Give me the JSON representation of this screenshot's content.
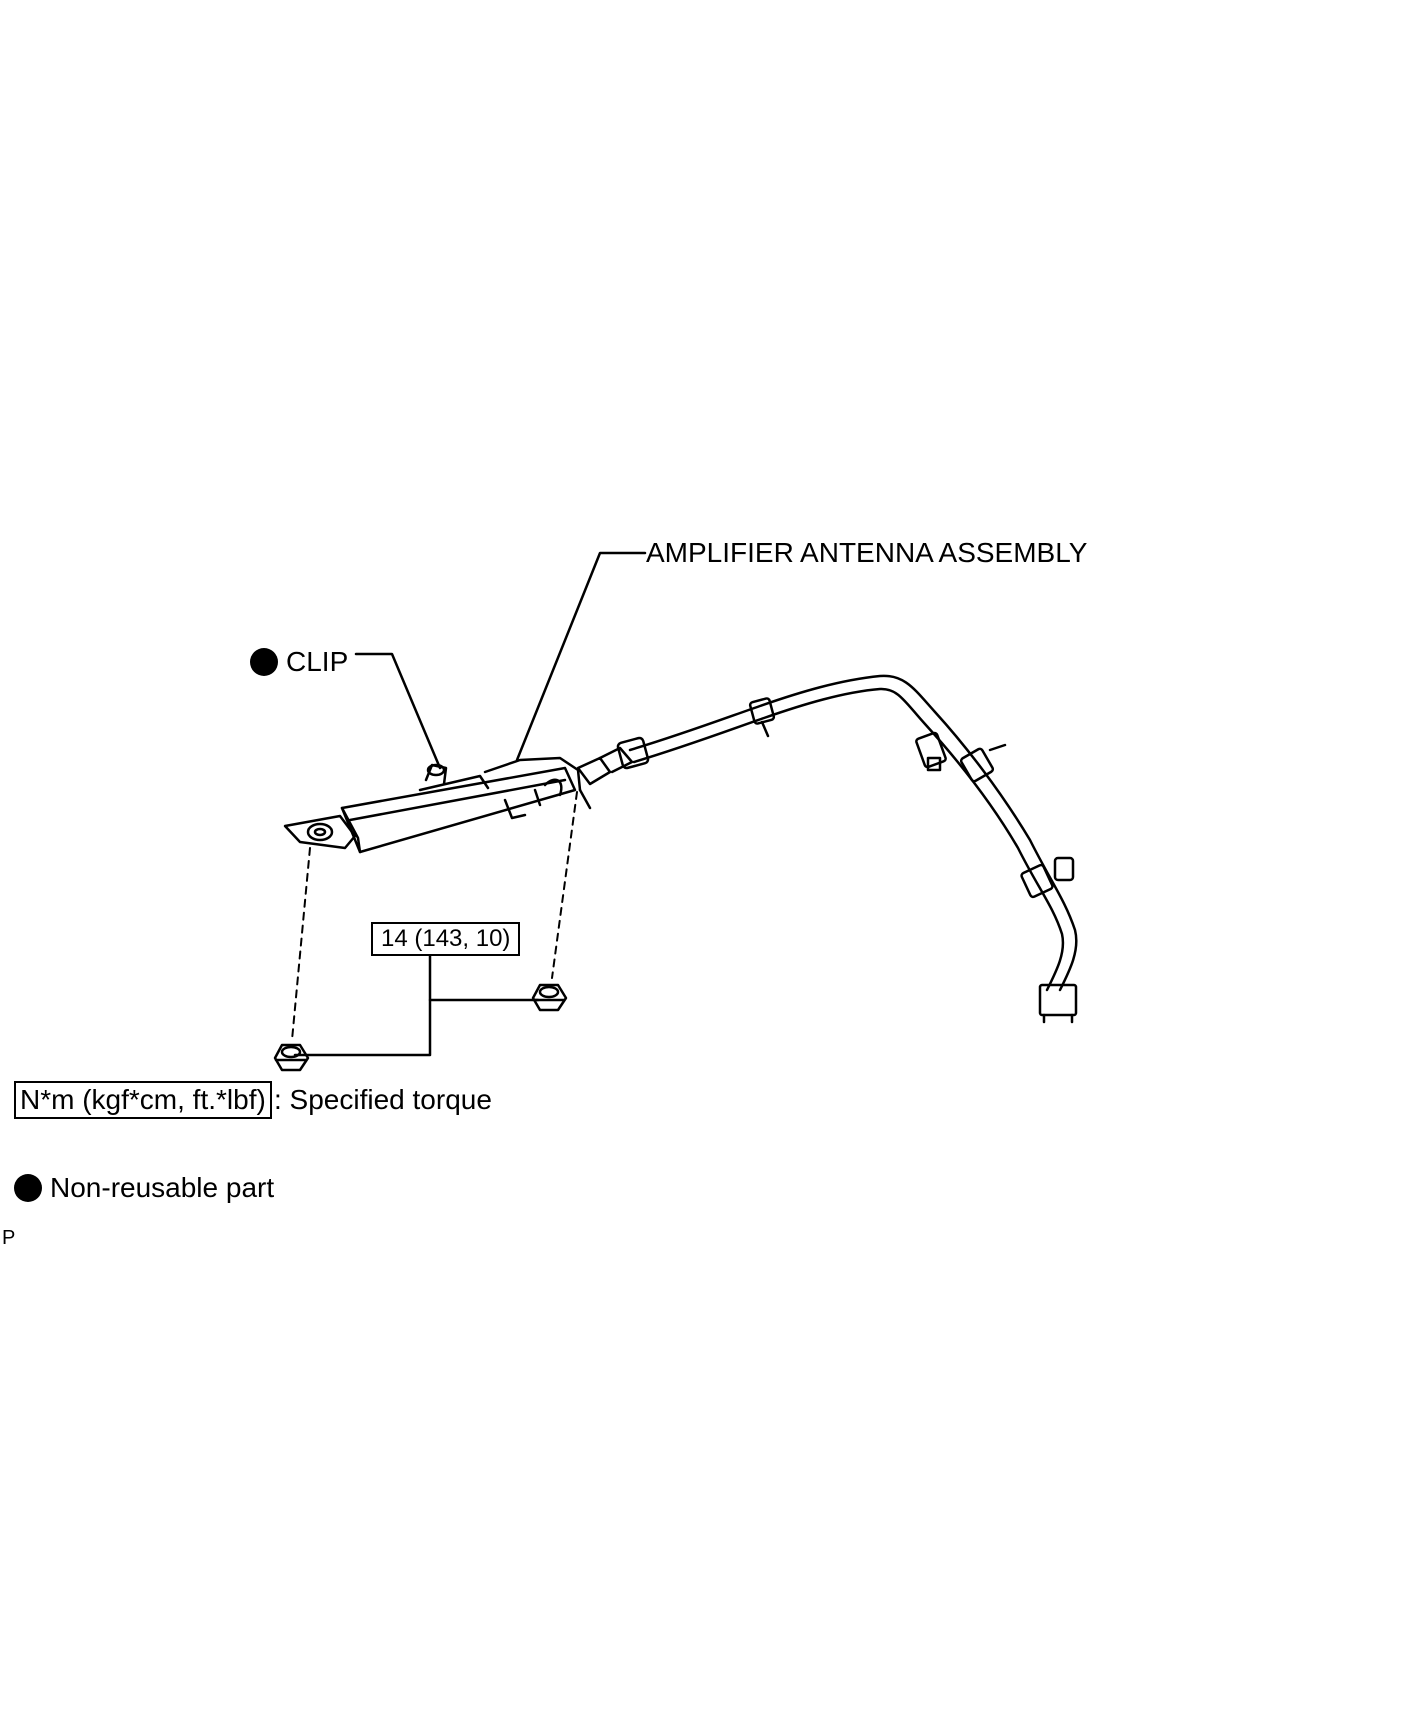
{
  "labels": {
    "assembly": "AMPLIFIER ANTENNA ASSEMBLY",
    "clip": "CLIP",
    "torque_value": "14 (143, 10)"
  },
  "legend": {
    "torque_units": "N*m (kgf*cm, ft.*lbf)",
    "torque_desc": ": Specified torque",
    "non_reusable": "Non-reusable part"
  },
  "corner_mark": "P",
  "colors": {
    "ink": "#000000",
    "background": "#ffffff"
  }
}
